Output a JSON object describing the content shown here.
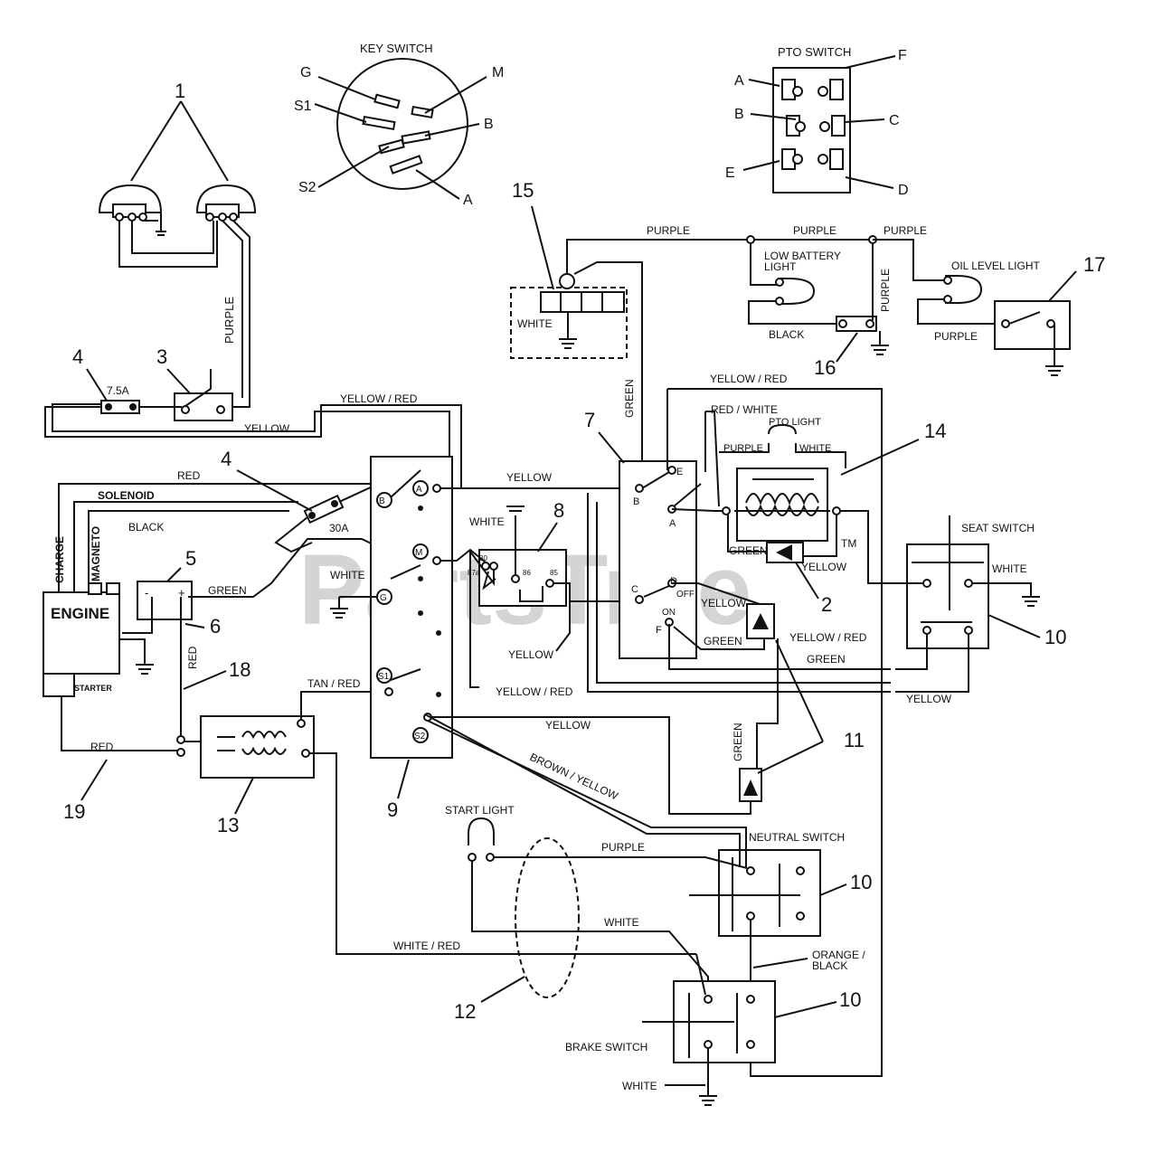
{
  "watermark": {
    "text": "PartsTree",
    "tm": "TM"
  },
  "titles": {
    "key_switch": "KEY SWITCH",
    "pto_switch": "PTO SWITCH",
    "low_battery_light_1": "LOW BATTERY",
    "low_battery_light_2": "LIGHT",
    "oil_level_light": "OIL LEVEL LIGHT",
    "pto_light": "PTO LIGHT",
    "seat_switch": "SEAT SWITCH",
    "neutral_switch": "NEUTRAL SWITCH",
    "brake_switch": "BRAKE SWITCH",
    "start_light": "START LIGHT",
    "engine": "ENGINE",
    "starter": "STARTER",
    "fuse_small": "7.5A",
    "fuse_large": "30A"
  },
  "key_switch_terminals": {
    "g": "G",
    "m": "M",
    "s1": "S1",
    "b": "B",
    "s2": "S2",
    "a": "A"
  },
  "pto_terminals": {
    "a": "A",
    "b": "B",
    "c": "C",
    "d": "D",
    "e": "E",
    "f": "F"
  },
  "module_terminals": {
    "b": "B",
    "a": "A",
    "m": "M",
    "g": "G",
    "s1": "S1",
    "s2": "S2"
  },
  "relay_terminals": {
    "t30": "30",
    "t87a": "87a",
    "t86": "86",
    "t85": "85"
  },
  "pto_module_terminals": {
    "e": "E",
    "b": "B",
    "a": "A",
    "c": "C",
    "d": "D",
    "off": "OFF",
    "on": "ON",
    "f": "F"
  },
  "battery_terminals": {
    "neg": "-",
    "pos": "+"
  },
  "wire_labels": {
    "purple_headlight": "PURPLE",
    "yellow_fuse": "YELLOW",
    "yellow_red_top": "YELLOW / RED",
    "red_engine": "RED",
    "solenoid": "SOLENOID",
    "black": "BLACK",
    "charge": "CHARGE",
    "magneto": "MAGNETO",
    "green_battery": "GREEN",
    "white_ground": "WHITE",
    "red_vertical": "RED",
    "tan_red": "TAN / RED",
    "red_bottom": "RED",
    "yellow_mid": "YELLOW",
    "white_relay": "WHITE",
    "yellow_relay": "YELLOW",
    "yellow_red_relay": "YELLOW / RED",
    "yellow_s2": "YELLOW",
    "brown_yellow": "BROWN / YELLOW",
    "purple_top1": "PURPLE",
    "purple_top2": "PURPLE",
    "purple_top3": "PURPLE",
    "purple_vertical": "PURPLE",
    "black_battery_light": "BLACK",
    "purple_oil": "PURPLE",
    "white_diode": "WHITE",
    "green_vertical": "GREEN",
    "yellow_red_right": "YELLOW / RED",
    "red_white": "RED / WHITE",
    "purple_pto_light": "PURPLE",
    "white_pto_light": "WHITE",
    "green_clutch": "GREEN",
    "yellow_clutch": "YELLOW",
    "yellow_pto": "YELLOW",
    "green_pto": "GREEN",
    "yellow_red_seat": "YELLOW / RED",
    "green_seat": "GREEN",
    "yellow_seat": "YELLOW",
    "white_seat": "WHITE",
    "green_diode11": "GREEN",
    "purple_start": "PURPLE",
    "white_start": "WHITE",
    "white_red": "WHITE / RED",
    "orange_black_1": "ORANGE /",
    "orange_black_2": "BLACK",
    "white_brake": "WHITE"
  },
  "callouts": {
    "n1": "1",
    "n2": "2",
    "n3": "3",
    "n4a": "4",
    "n4b": "4",
    "n5": "5",
    "n6": "6",
    "n7": "7",
    "n8": "8",
    "n9": "9",
    "n10a": "10",
    "n10b": "10",
    "n10c": "10",
    "n11": "11",
    "n12": "12",
    "n13": "13",
    "n14": "14",
    "n15": "15",
    "n16": "16",
    "n17": "17",
    "n18": "18",
    "n19": "19"
  }
}
